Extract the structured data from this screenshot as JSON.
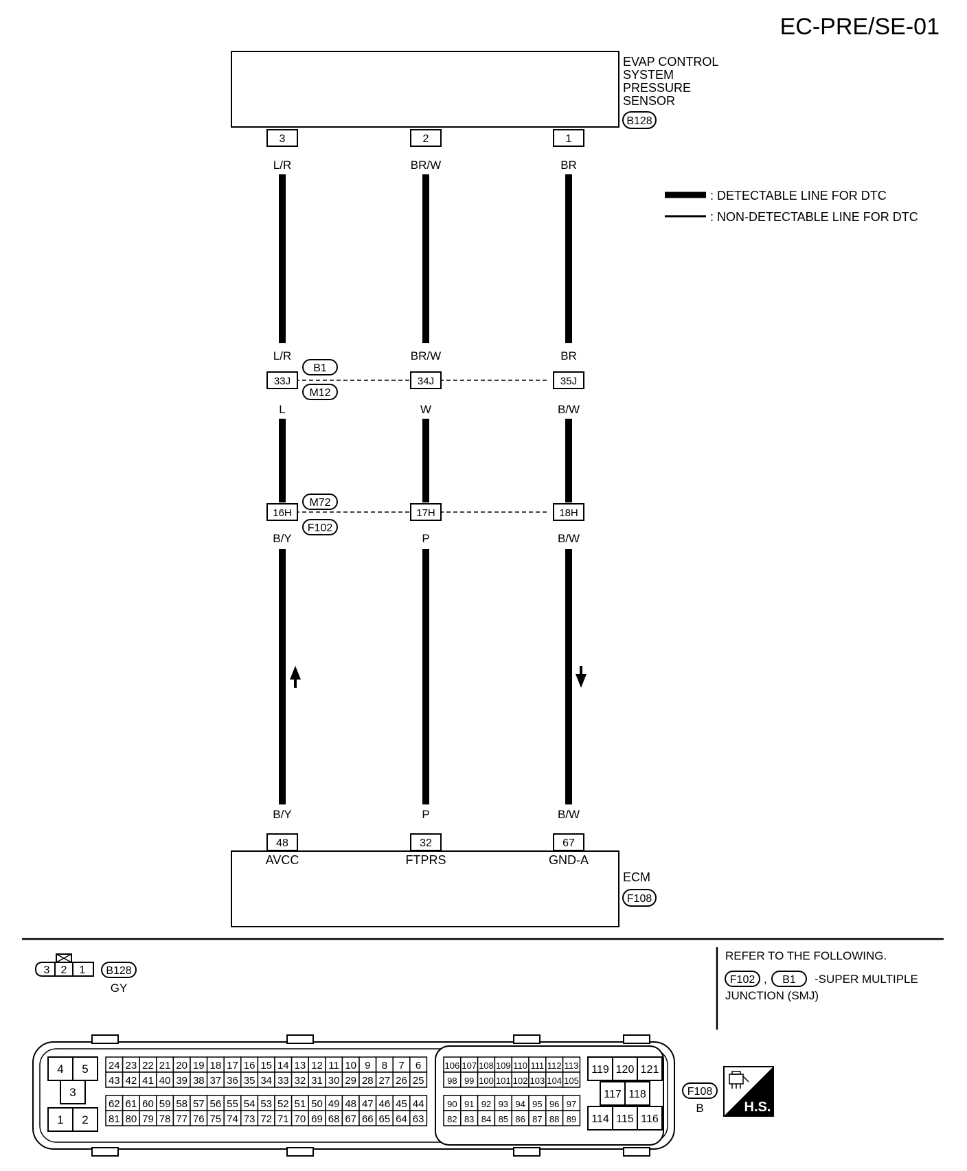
{
  "page_code": "EC-PRE/SE-01",
  "sensor": {
    "name_lines": [
      "EVAP CONTROL",
      "SYSTEM",
      "PRESSURE",
      "SENSOR"
    ],
    "connector": "B128"
  },
  "legend": {
    "detectable": ": DETECTABLE LINE FOR DTC",
    "non_detectable": ": NON-DETECTABLE LINE FOR DTC"
  },
  "circuits": [
    {
      "sensor_pin": "3",
      "wire_top": "L/R",
      "j1_wire_top": "L/R",
      "j1_pin": "33J",
      "j1_wire_bottom": "L",
      "j2_pin": "16H",
      "j2_wire_bottom": "B/Y",
      "ecm_wire": "B/Y",
      "ecm_pin": "48",
      "ecm_signal": "AVCC",
      "arrow": "up"
    },
    {
      "sensor_pin": "2",
      "wire_top": "BR/W",
      "j1_wire_top": "BR/W",
      "j1_pin": "34J",
      "j1_wire_bottom": "W",
      "j2_pin": "17H",
      "j2_wire_bottom": "P",
      "ecm_wire": "P",
      "ecm_pin": "32",
      "ecm_signal": "FTPRS",
      "arrow": ""
    },
    {
      "sensor_pin": "1",
      "wire_top": "BR",
      "j1_wire_top": "BR",
      "j1_pin": "35J",
      "j1_wire_bottom": "B/W",
      "j2_pin": "18H",
      "j2_wire_bottom": "B/W",
      "ecm_wire": "B/W",
      "ecm_pin": "67",
      "ecm_signal": "GND-A",
      "arrow": "down"
    }
  ],
  "junction1": {
    "connector_top": "B1",
    "connector_bottom": "M12"
  },
  "junction2": {
    "connector_top": "M72",
    "connector_bottom": "F102"
  },
  "ecm": {
    "name": "ECM",
    "connector": "F108"
  },
  "b128_face": {
    "pins": [
      "3",
      "2",
      "1"
    ],
    "connector": "B128",
    "color": "GY"
  },
  "refer": {
    "title": "REFER TO THE FOLLOWING.",
    "conn_a": "F102",
    "conn_b": "B1",
    "suffix": "-SUPER MULTIPLE",
    "line2": "JUNCTION (SMJ)"
  },
  "f108_face": {
    "connector": "F108",
    "color": "B",
    "left_block": [
      "4",
      "5",
      "3",
      "1",
      "2"
    ],
    "mid_row1": [
      "24",
      "23",
      "22",
      "21",
      "20",
      "19",
      "18",
      "17",
      "16",
      "15",
      "14",
      "13",
      "12",
      "11",
      "10",
      "9",
      "8",
      "7",
      "6"
    ],
    "mid_row2": [
      "43",
      "42",
      "41",
      "40",
      "39",
      "38",
      "37",
      "36",
      "35",
      "34",
      "33",
      "32",
      "31",
      "30",
      "29",
      "28",
      "27",
      "26",
      "25"
    ],
    "mid_row3": [
      "62",
      "61",
      "60",
      "59",
      "58",
      "57",
      "56",
      "55",
      "54",
      "53",
      "52",
      "51",
      "50",
      "49",
      "48",
      "47",
      "46",
      "45",
      "44"
    ],
    "mid_row4": [
      "81",
      "80",
      "79",
      "78",
      "77",
      "76",
      "75",
      "74",
      "73",
      "72",
      "71",
      "70",
      "69",
      "68",
      "67",
      "66",
      "65",
      "64",
      "63"
    ],
    "right_row1": [
      "106",
      "107",
      "108",
      "109",
      "110",
      "111",
      "112",
      "113"
    ],
    "right_row2": [
      "98",
      "99",
      "100",
      "101",
      "102",
      "103",
      "104",
      "105"
    ],
    "right_row3": [
      "90",
      "91",
      "92",
      "93",
      "94",
      "95",
      "96",
      "97"
    ],
    "right_row4": [
      "82",
      "83",
      "84",
      "85",
      "86",
      "87",
      "88",
      "89"
    ],
    "far_top": [
      "119",
      "120",
      "121"
    ],
    "far_mid": [
      "117",
      "118"
    ],
    "far_bottom": [
      "114",
      "115",
      "116"
    ]
  },
  "hs_badge": "H.S."
}
